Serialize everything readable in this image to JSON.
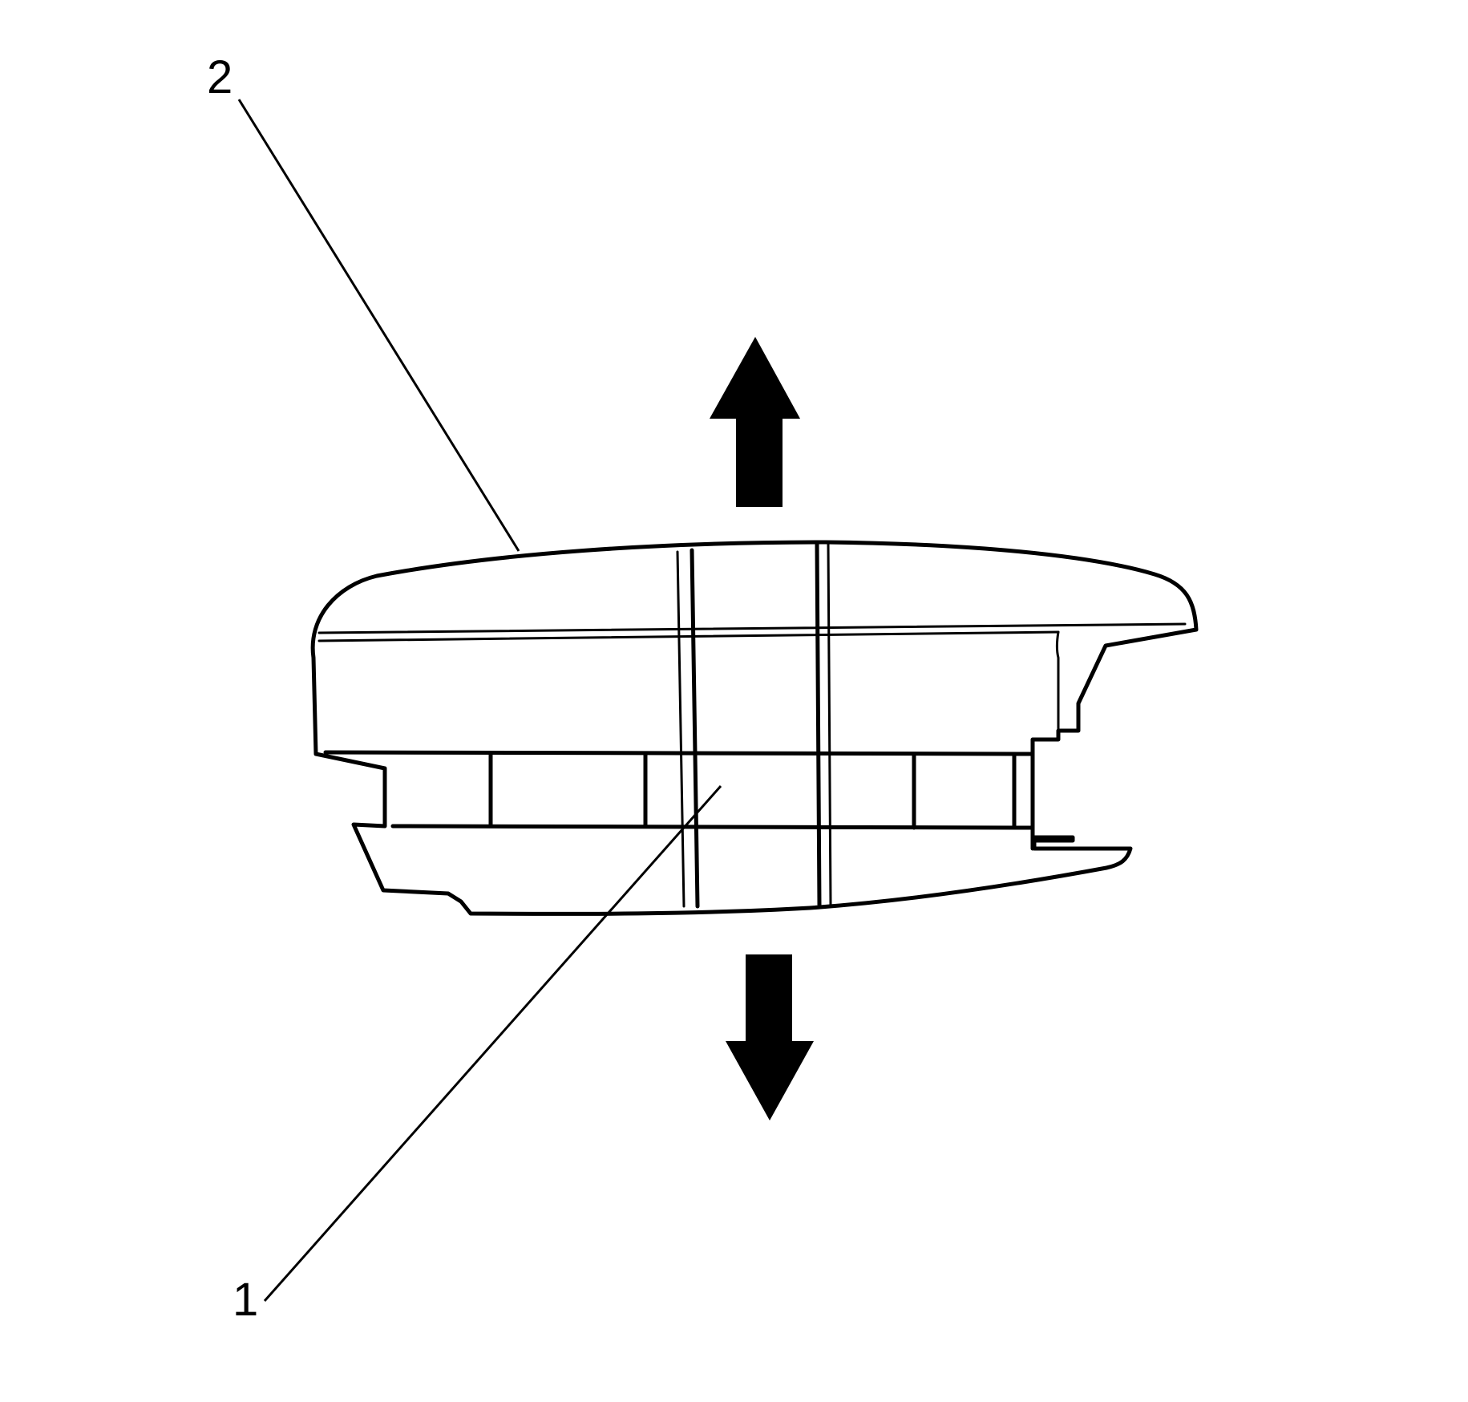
{
  "callouts": [
    {
      "id": "1",
      "label": "1"
    },
    {
      "id": "2",
      "label": "2"
    }
  ],
  "colors": {
    "line": "#000000",
    "background": "#ffffff"
  },
  "icons": {
    "up_arrow": "arrow-up-icon",
    "down_arrow": "arrow-down-icon"
  }
}
